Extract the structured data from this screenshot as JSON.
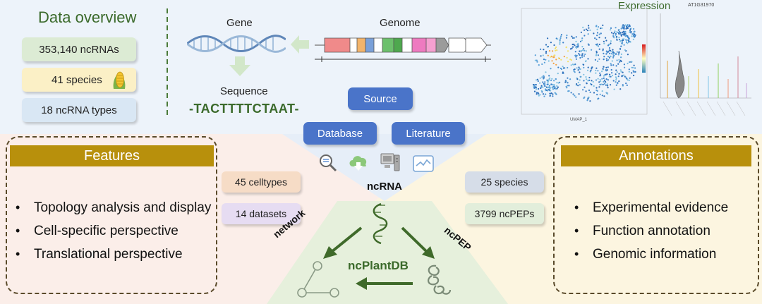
{
  "overview": {
    "title": "Data overview",
    "stats": [
      {
        "text": "353,140 ncRNAs",
        "color": "#dcebd4"
      },
      {
        "text": "41 species",
        "color": "#fbf0c6"
      },
      {
        "text": "18 ncRNA types",
        "color": "#d9e7f4"
      }
    ]
  },
  "source": {
    "gene": "Gene",
    "genome": "Genome",
    "sequence_label": "Sequence",
    "sequence_value": "-TACTTTTCTAAT-",
    "expression": "Expression",
    "expression_gene": "AT1G31970",
    "umap_xlabel": "UMAP_1",
    "source_btn": "Source",
    "database_btn": "Database",
    "literature_btn": "Literature",
    "ncrna_label": "ncRNA"
  },
  "features": {
    "title": "Features",
    "items": [
      "Topology analysis and display",
      "Cell-specific perspective",
      "Translational perspective"
    ],
    "badges": [
      "45 celltypes",
      "14 datasets"
    ],
    "side_label": "network"
  },
  "annotations": {
    "title": "Annotations",
    "items": [
      "Experimental evidence",
      "Function annotation",
      "Genomic information"
    ],
    "badges": [
      "25 species",
      "3799 ncPEPs"
    ],
    "side_label": "ncPEP"
  },
  "center": {
    "title": "ncPlantDB"
  },
  "colors": {
    "accent_gold": "#b8900c",
    "source_blue": "#4a74c9",
    "title_green": "#3b6a2b",
    "arrow_green": "#3f6a2a"
  }
}
